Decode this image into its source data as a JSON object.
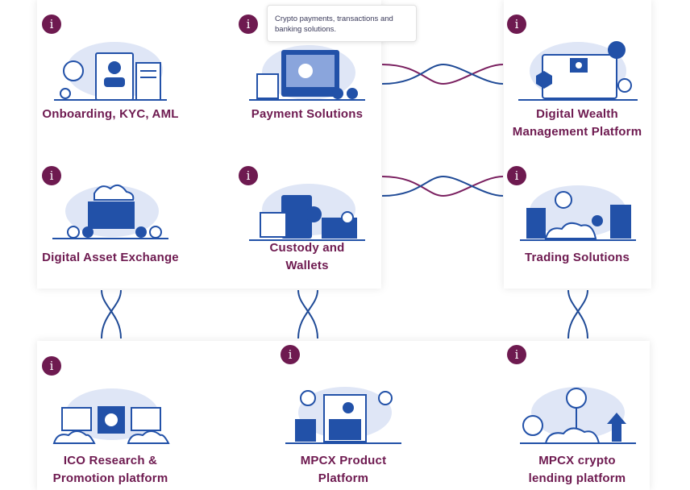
{
  "tooltip": {
    "text": "Crypto payments, transactions and banking solutions."
  },
  "info_glyph": "i",
  "cards": {
    "onboarding": {
      "title": "Onboarding, KYC, AML"
    },
    "payment": {
      "title": "Payment Solutions"
    },
    "wealth": {
      "title_1": "Digital Wealth",
      "title_2": "Management Platform"
    },
    "exchange": {
      "title": "Digital Asset Exchange"
    },
    "custody": {
      "title_1": "Custody and",
      "title_2": "Wallets"
    },
    "trading": {
      "title": "Trading Solutions"
    },
    "ico": {
      "title_1": "ICO Research &",
      "title_2": "Promotion platform"
    },
    "product": {
      "title_1": "MPCX Product",
      "title_2": "Platform"
    },
    "lending": {
      "title_1": "MPCX crypto",
      "title_2": "lending platform"
    }
  },
  "colors": {
    "accent": "#6e1a50",
    "illustration": "#2251a8",
    "connector": "#1f4a96"
  }
}
